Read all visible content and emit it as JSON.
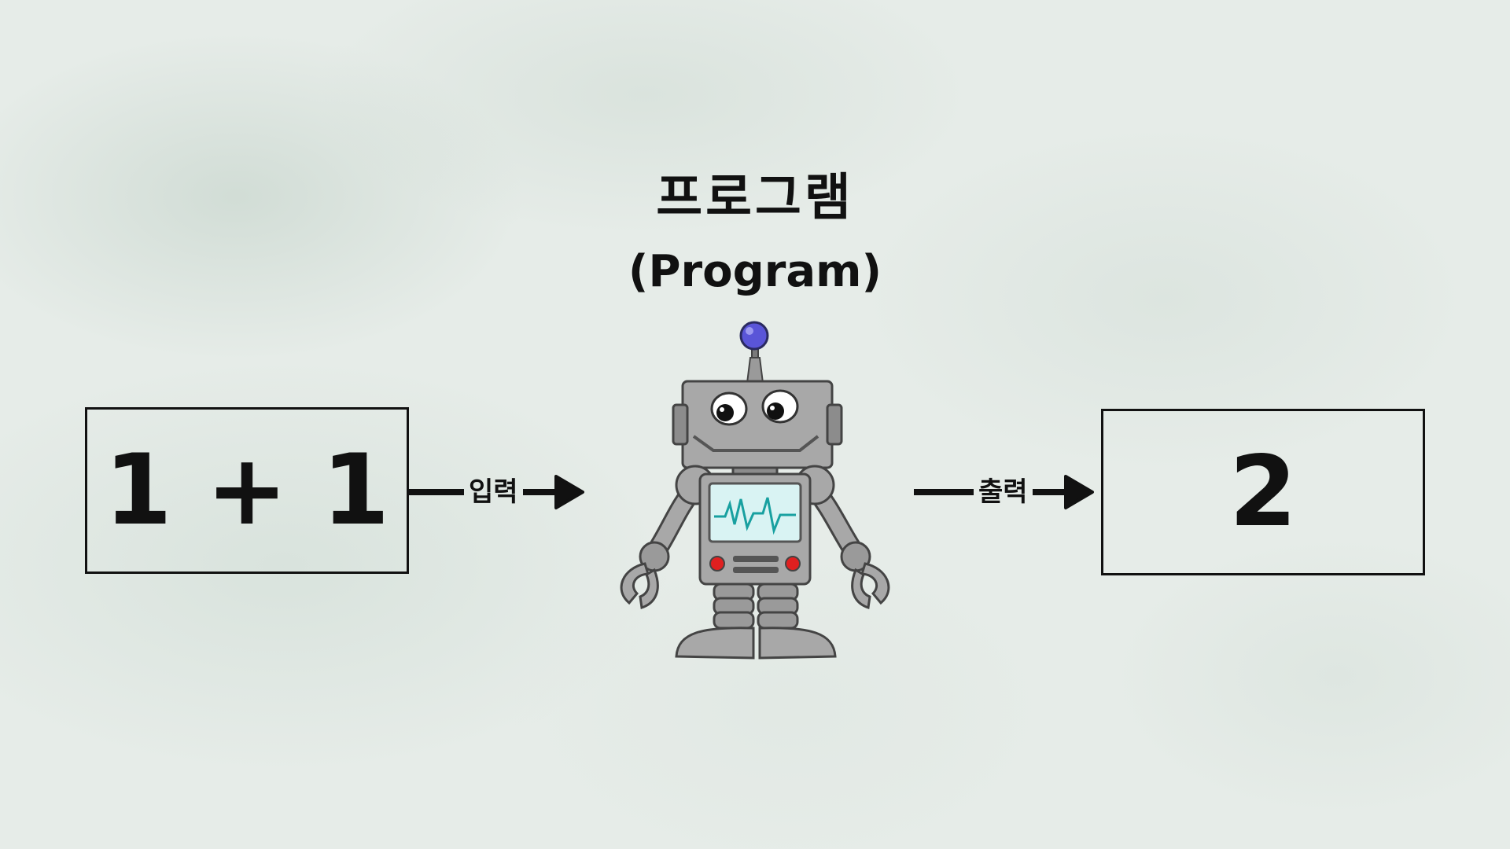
{
  "title": {
    "korean": "프로그램",
    "english": "(Program)"
  },
  "input_box": {
    "value": "1 + 1"
  },
  "output_box": {
    "value": "2"
  },
  "connectors": {
    "input_label": "입력",
    "output_label": "출력"
  },
  "colors": {
    "text": "#111111",
    "robot_body": "#a8a8a8",
    "robot_screen": "#d9f3f3",
    "antenna_ball": "#5a55d8",
    "robot_lights": "#e02020"
  },
  "icons": {
    "robot": "robot-illustration",
    "arrow": "right-arrow-icon"
  }
}
